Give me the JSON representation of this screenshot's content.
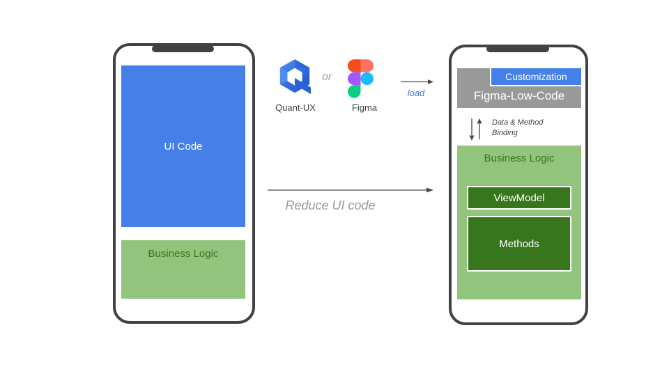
{
  "colors": {
    "accent_blue": "#4480e8",
    "light_green": "#93c47d",
    "dark_green": "#38761d",
    "gray_box": "#999999",
    "phone_frame": "#3f4347",
    "load_text_blue": "#3c78d8",
    "muted_gray": "#9e9e9e",
    "binding_text_gray": "#434343"
  },
  "left_phone": {
    "ui_code": "UI Code",
    "business_logic": "Business Logic"
  },
  "tools": {
    "quantux_label": "Quant-UX",
    "or_label": "or",
    "figma_label": "Figma"
  },
  "flows": {
    "load_label": "load",
    "reduce_label": "Reduce UI code"
  },
  "right_phone": {
    "customization": "Customization",
    "figma_low_code": "Figma-Low-Code",
    "binding": "Data & Method Binding",
    "business_logic": "Business Logic",
    "viewmodel": "ViewModel",
    "methods": "Methods"
  }
}
